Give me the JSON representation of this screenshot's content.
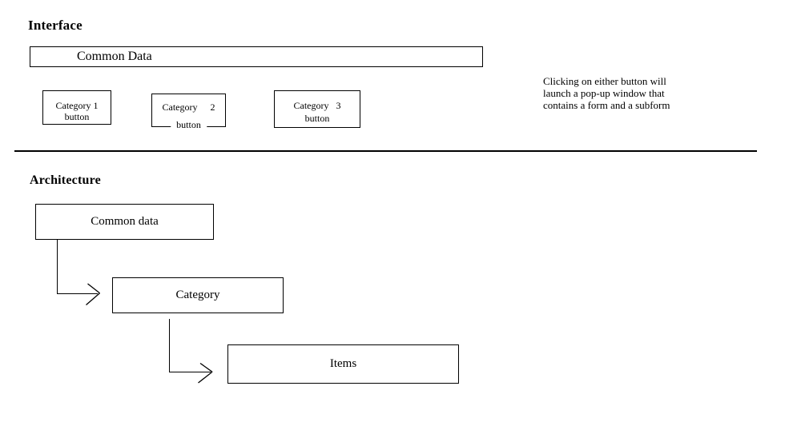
{
  "colors": {
    "ink": "#000000",
    "paper": "#ffffff"
  },
  "interface": {
    "heading": "Interface",
    "common_data_bar": "Common Data",
    "buttons": [
      {
        "label": "Category",
        "number": "1",
        "line2": "button"
      },
      {
        "label": "Category",
        "number": "2",
        "line2": "button"
      },
      {
        "label": "Category",
        "number": "3",
        "line2": "button"
      }
    ],
    "note_lines": [
      "Clicking on either button will",
      "launch a pop-up window that",
      "contains a form and a subform"
    ]
  },
  "architecture": {
    "heading": "Architecture",
    "nodes": [
      {
        "label": "Common data"
      },
      {
        "label": "Category"
      },
      {
        "label": "Items"
      }
    ]
  }
}
